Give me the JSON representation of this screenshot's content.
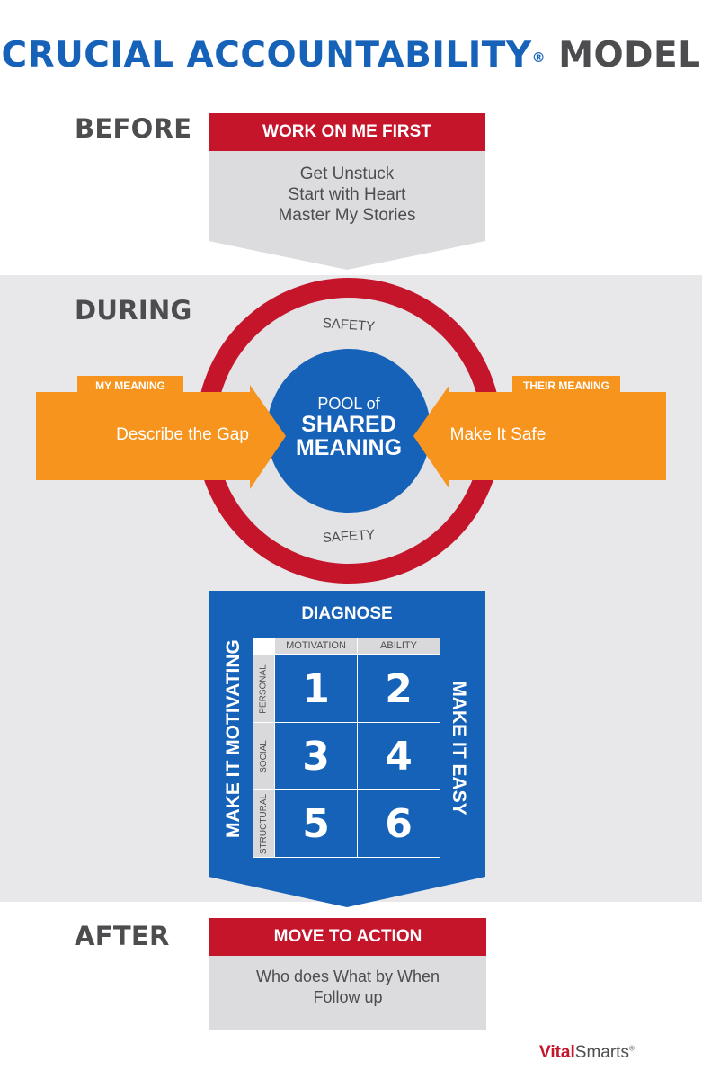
{
  "title": {
    "part1": "CRUCIAL ACCOUNTABILITY",
    "reg": "®",
    "part2": "MODEL"
  },
  "before": {
    "label": "BEFORE",
    "header": "WORK ON ME FIRST",
    "items": [
      "Get Unstuck",
      "Start with Heart",
      "Master My Stories"
    ]
  },
  "during": {
    "label": "DURING",
    "safety_top": "SAFETY",
    "safety_bottom": "SAFETY",
    "pool_line1": "POOL of",
    "pool_line2": "SHARED",
    "pool_line3": "MEANING",
    "left_tab": "MY MEANING",
    "left_text": "Describe the Gap",
    "right_tab": "THEIR MEANING",
    "right_text": "Make It Safe"
  },
  "diagnose": {
    "title": "DIAGNOSE",
    "columns": [
      "MOTIVATION",
      "ABILITY"
    ],
    "rows": [
      "PERSONAL",
      "SOCIAL",
      "STRUCTURAL"
    ],
    "cells": [
      "1",
      "2",
      "3",
      "4",
      "5",
      "6"
    ],
    "left_label": "MAKE IT MOTIVATING",
    "right_label": "MAKE IT EASY"
  },
  "after": {
    "label": "AFTER",
    "header": "MOVE TO ACTION",
    "items": [
      "Who does What by When",
      "Follow up"
    ]
  },
  "logo": {
    "vital": "Vital",
    "smarts": "Smarts",
    "reg": "®"
  },
  "colors": {
    "blue": "#1662b8",
    "red": "#c4152b",
    "orange": "#f7941d",
    "gray_text": "#4d4d4f",
    "light_gray": "#e8e8ea"
  }
}
